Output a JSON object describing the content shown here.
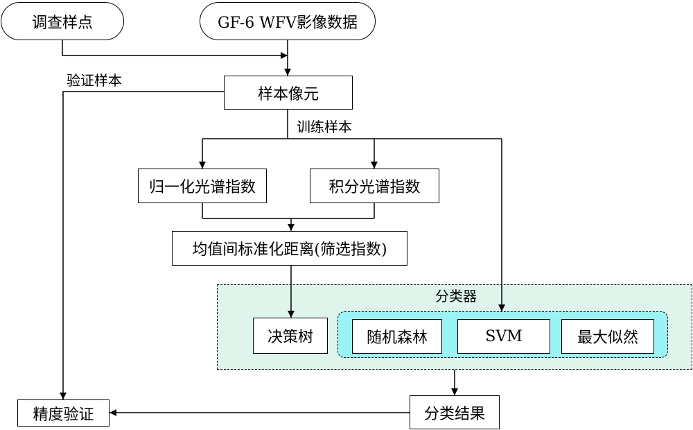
{
  "nodes": {
    "survey_points": "调查样点",
    "gf6_data": "GF-6 WFV影像数据",
    "sample_pixels": "样本像元",
    "ndsi": "归一化光谱指数",
    "integral_index": "积分光谱指数",
    "distance": "均值间标准化距离(筛选指数)",
    "decision_tree": "决策树",
    "random_forest": "随机森林",
    "svm": "SVM",
    "max_likelihood": "最大似然",
    "accuracy": "精度验证",
    "result": "分类结果"
  },
  "labels": {
    "validation_samples": "验证样本",
    "training_samples": "训练样本",
    "classifiers": "分类器"
  },
  "colors": {
    "classifier_panel": "#dff5ec",
    "ml_panel": "#9cf3f6",
    "line": "#000000"
  }
}
